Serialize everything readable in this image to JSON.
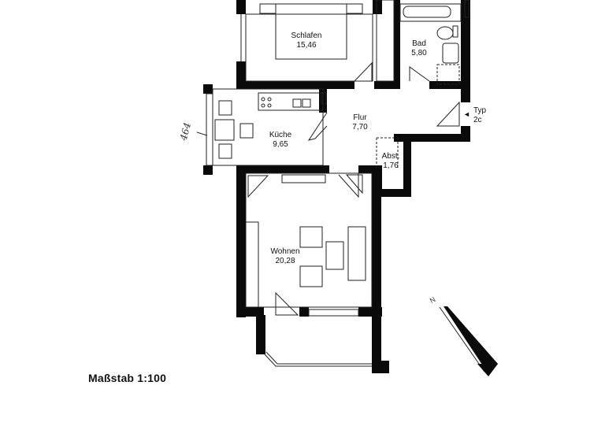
{
  "plan": {
    "rooms": [
      {
        "name": "Schlafen",
        "area": "15,46"
      },
      {
        "name": "Bad",
        "area": "5,80"
      },
      {
        "name": "Küche",
        "area": "9,65"
      },
      {
        "name": "Flur",
        "area": "7,70"
      },
      {
        "name": "Abst.",
        "area": "1,76"
      },
      {
        "name": "Wohnen",
        "area": "20,28"
      }
    ],
    "type_marker": {
      "line1": "Typ",
      "line2": "2c",
      "arrow": "◄"
    },
    "handwritten_note": "464",
    "north_label": "N"
  },
  "footer": {
    "scale_label": "Maßstab 1:100"
  },
  "colors": {
    "wall": "#0a0a0a",
    "background": "#ffffff",
    "line": "#222222"
  }
}
